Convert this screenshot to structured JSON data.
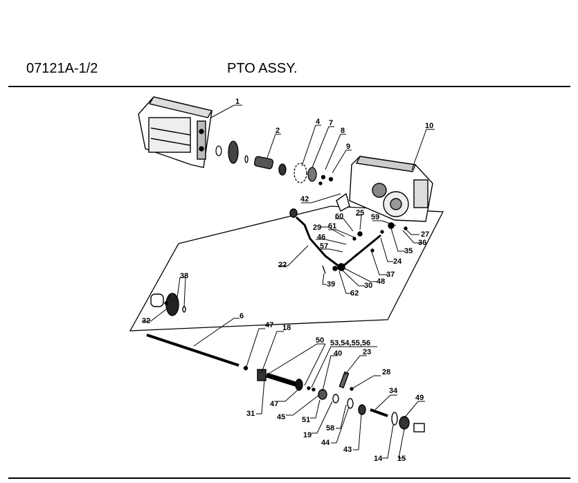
{
  "header": {
    "code": "07121A-1/2",
    "title": "PTO ASSY."
  },
  "callouts": [
    {
      "id": "c1",
      "text": "1"
    },
    {
      "id": "c2",
      "text": "2"
    },
    {
      "id": "c4",
      "text": "4"
    },
    {
      "id": "c7",
      "text": "7"
    },
    {
      "id": "c8",
      "text": "8"
    },
    {
      "id": "c9",
      "text": "9"
    },
    {
      "id": "c10",
      "text": "10"
    },
    {
      "id": "c42",
      "text": "42"
    },
    {
      "id": "c60",
      "text": "60"
    },
    {
      "id": "c25",
      "text": "25"
    },
    {
      "id": "c59",
      "text": "59"
    },
    {
      "id": "c61",
      "text": "61"
    },
    {
      "id": "c29",
      "text": "29"
    },
    {
      "id": "c46",
      "text": "46"
    },
    {
      "id": "c57",
      "text": "57"
    },
    {
      "id": "c27",
      "text": "27"
    },
    {
      "id": "c36",
      "text": "36"
    },
    {
      "id": "c35",
      "text": "35"
    },
    {
      "id": "c24",
      "text": "24"
    },
    {
      "id": "c22",
      "text": "22"
    },
    {
      "id": "c37",
      "text": "37"
    },
    {
      "id": "c48",
      "text": "48"
    },
    {
      "id": "c30",
      "text": "30"
    },
    {
      "id": "c39",
      "text": "39"
    },
    {
      "id": "c62",
      "text": "62"
    },
    {
      "id": "c38",
      "text": "38"
    },
    {
      "id": "c32",
      "text": "32"
    },
    {
      "id": "c6",
      "text": "6"
    },
    {
      "id": "c47a",
      "text": "47"
    },
    {
      "id": "c18",
      "text": "18"
    },
    {
      "id": "c50",
      "text": "50"
    },
    {
      "id": "c53",
      "text": "53,54,55,56"
    },
    {
      "id": "c40",
      "text": "40"
    },
    {
      "id": "c23",
      "text": "23"
    },
    {
      "id": "c28",
      "text": "28"
    },
    {
      "id": "c34",
      "text": "34"
    },
    {
      "id": "c49",
      "text": "49"
    },
    {
      "id": "c47b",
      "text": "47"
    },
    {
      "id": "c45",
      "text": "45"
    },
    {
      "id": "c31",
      "text": "31"
    },
    {
      "id": "c51",
      "text": "51"
    },
    {
      "id": "c19",
      "text": "19"
    },
    {
      "id": "c58",
      "text": "58"
    },
    {
      "id": "c44",
      "text": "44"
    },
    {
      "id": "c43",
      "text": "43"
    },
    {
      "id": "c14",
      "text": "14"
    },
    {
      "id": "c15",
      "text": "15"
    }
  ]
}
